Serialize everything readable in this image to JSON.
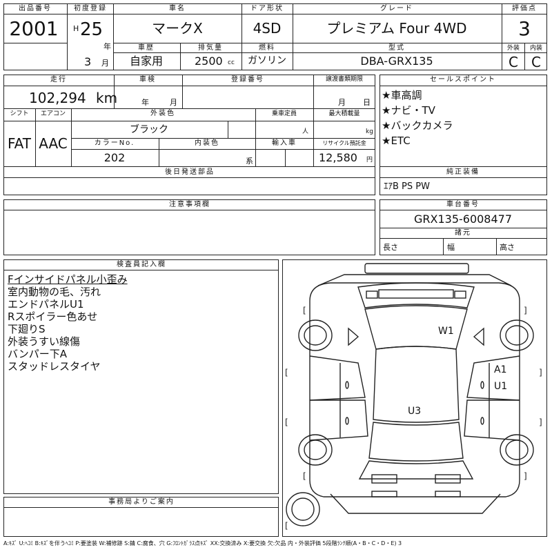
{
  "vehicle": {
    "lot_number_label": "出品番号",
    "lot_number": "2001",
    "first_reg_label": "初度登録",
    "era": "H",
    "year": "25",
    "year_unit": "年",
    "month": "3",
    "month_unit": "月",
    "car_name_label": "車名",
    "car_name": "マークX",
    "door_label": "ドア形状",
    "door": "4SD",
    "grade_label": "グレード",
    "grade": "プレミアム Four 4WD",
    "score_label": "評価点",
    "score": "3",
    "exterior_label": "外装",
    "exterior": "C",
    "interior_label": "内装",
    "interior": "C",
    "history_label": "車歴",
    "history": "自家用",
    "displacement_label": "排気量",
    "displacement": "2500",
    "displacement_unit": "cc",
    "fuel_label": "燃料",
    "fuel": "ガソリン",
    "model_label": "型式",
    "model": "DBA-GRX135"
  },
  "details": {
    "mileage_label": "走行",
    "mileage": "102,294",
    "mileage_unit": "km",
    "inspection_label": "車検",
    "inspection_year_unit": "年",
    "inspection_month_unit": "月",
    "registration_label": "登録番号",
    "transfer_deadline_label": "譲渡書類期限",
    "transfer_month_unit": "月",
    "transfer_day_unit": "日",
    "shift_label": "シフト",
    "shift": "FAT",
    "aircon_label": "エアコン",
    "aircon": "AAC",
    "color_label": "外装色",
    "color": "ブラック",
    "capacity_label": "乗車定員",
    "capacity_unit": "人",
    "load_label": "最大積載量",
    "load_unit": "kg",
    "color_no_label": "カラーNo.",
    "color_no": "202",
    "interior_color_label": "内装色",
    "interior_color_unit": "系",
    "import_label": "輸入車",
    "recycle_label": "リサイクル預託金",
    "recycle": "12,580",
    "recycle_unit": "円",
    "later_parts_label": "後日発送部品"
  },
  "sales_points": {
    "label": "セールスポイント",
    "items": [
      "★車高調",
      "★ナビ・TV",
      "★バックカメラ",
      "★ETC"
    ]
  },
  "equipment": {
    "label": "純正装備",
    "value": "ｴｱB PS PW"
  },
  "caution": {
    "label": "注意事項欄"
  },
  "chassis": {
    "label": "車台番号",
    "number": "GRX135-6008477",
    "dims_label": "諸元",
    "length_label": "長さ",
    "width_label": "幅",
    "height_label": "高さ"
  },
  "inspector": {
    "label": "検査員記入欄",
    "notes": [
      "Fインサイドパネル小歪み",
      "室内動物の毛、汚れ",
      "エンドパネルU1",
      "Rスポイラー色あせ",
      "下廻りS",
      "外装うすい線傷",
      "バンパー下A",
      "スタッドレスタイヤ"
    ]
  },
  "office": {
    "label": "事務局よりご案内"
  },
  "diagram": {
    "marks": {
      "w1": "W1",
      "a1": "A1",
      "u1": "U1",
      "u3": "U3"
    }
  },
  "legend": "A:ｷｽﾞ U:ﾍｺﾐ B:ｷｽﾞを伴うﾍｺﾐ P:要塗装 W:補修跡 S:錆 C:腐食、穴 G:ﾌﾛﾝﾄｶﾞﾗｽ点ｷｽﾞ XX:交換済み X:要交換 欠:欠品 内・外装評価 5段階ﾗﾝｸ順(A・B・C・D・E) 3"
}
